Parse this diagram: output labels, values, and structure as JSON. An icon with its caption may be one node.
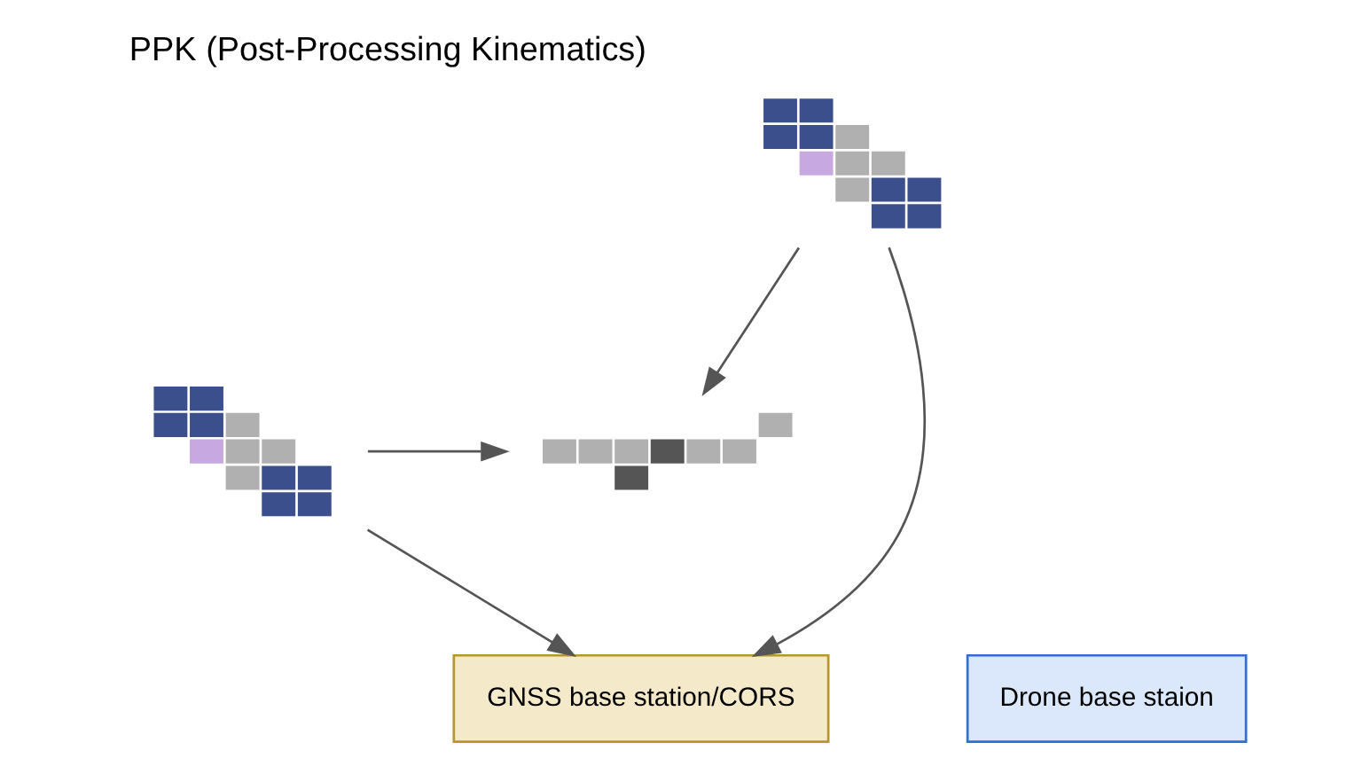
{
  "diagram": {
    "title": "PPK (Post-Processing Kinematics)",
    "nodes": [
      {
        "text": [],
        "shape": "picture"
      },
      {
        "text": [],
        "shape": "picture"
      },
      {
        "text": [],
        "shape": "picture"
      },
      {
        "text": [
          "GNSS base station/CORS"
        ]
      },
      {
        "text": [
          "Drone base staion"
        ]
      }
    ],
    "edges": [
      {
        "from": 0,
        "to": 2,
        "arrow": "to"
      },
      {
        "from": 0,
        "to": 3,
        "arrow": "to"
      },
      {
        "from": 1,
        "to": 2,
        "arrow": "to"
      },
      {
        "from": 1,
        "to": 3,
        "arrow": "to"
      }
    ]
  }
}
